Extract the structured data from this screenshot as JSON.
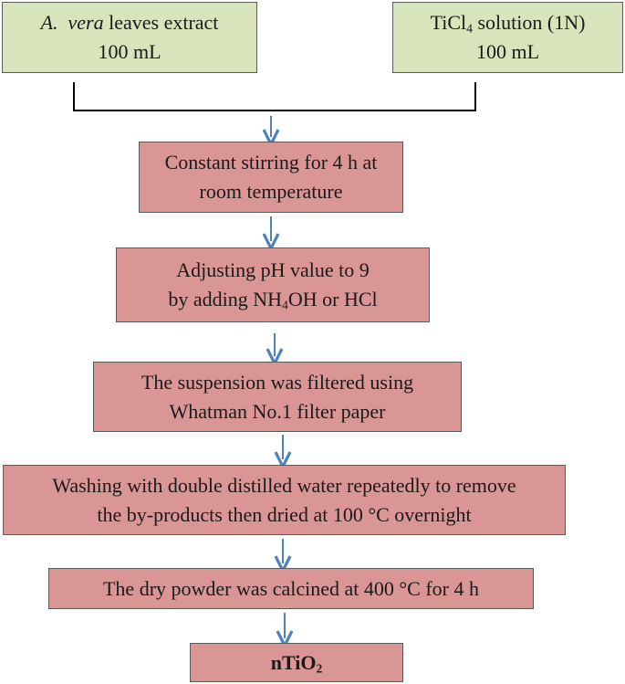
{
  "inputs": {
    "left": {
      "species": "A.",
      "species2": "vera",
      "rest": "leaves extract",
      "volume": "100 mL"
    },
    "right": {
      "name_pre": "TiCl",
      "name_sub": "4",
      "name_post": "solution (1N)",
      "volume": "100 mL"
    }
  },
  "steps": [
    {
      "lines": [
        "Constant stirring for 4 h at",
        "room temperature"
      ]
    },
    {
      "line1": "Adjusting pH value to 9",
      "line2_pre": "by adding NH",
      "line2_sub": "4",
      "line2_post": "OH  or HCl"
    },
    {
      "lines": [
        "The suspension was filtered using",
        "Whatman  No.1 filter paper"
      ]
    },
    {
      "lines": [
        "Washing  with double distilled water repeatedly to remove",
        "the by-products then dried at 100 °C overnight"
      ]
    },
    {
      "lines": [
        "The dry powder was calcined at 400 °C for 4 h"
      ]
    }
  ],
  "product": {
    "pre": "nTiO",
    "sub": "2"
  },
  "colors": {
    "input_fill": "#d8e4bc",
    "step_fill": "#d99694",
    "arrow": "#4f81bd",
    "bracket": "#000000"
  }
}
